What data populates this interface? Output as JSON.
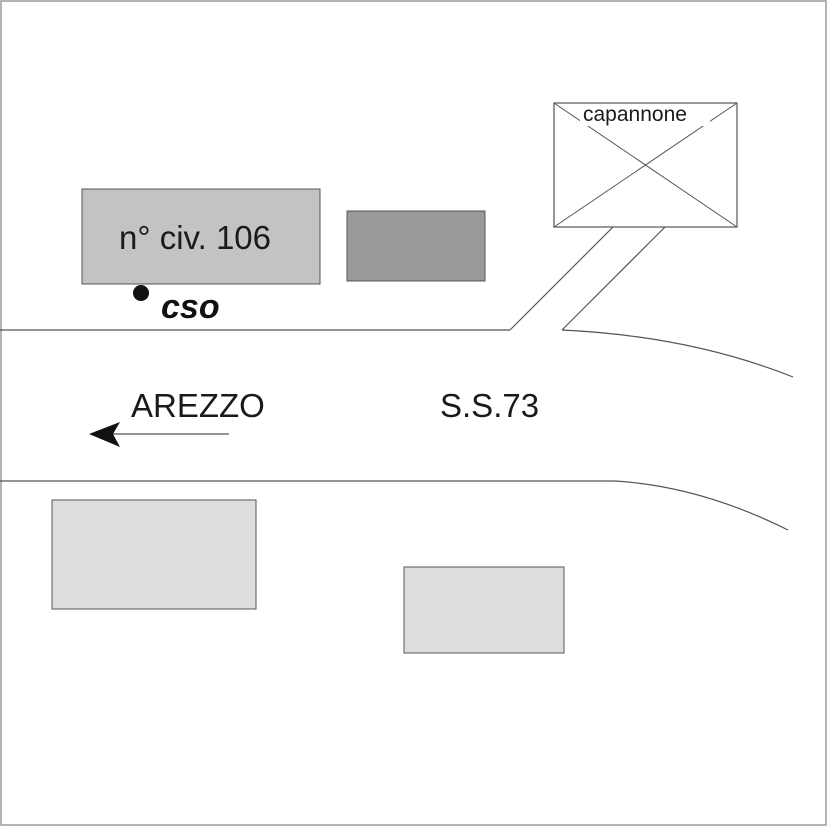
{
  "labels": {
    "civic_number": "n° civ. 106",
    "shed": "capannone",
    "marker": "cso",
    "direction": "AREZZO",
    "road": "S.S.73"
  },
  "colors": {
    "background": "#ffffff",
    "frame": "#9a9a9a",
    "road_line": "#555555",
    "civic_building": "#c3c3c3",
    "dark_building": "#999999",
    "light_building": "#dddddd",
    "building_stroke": "#555555",
    "marker": "#111111"
  }
}
